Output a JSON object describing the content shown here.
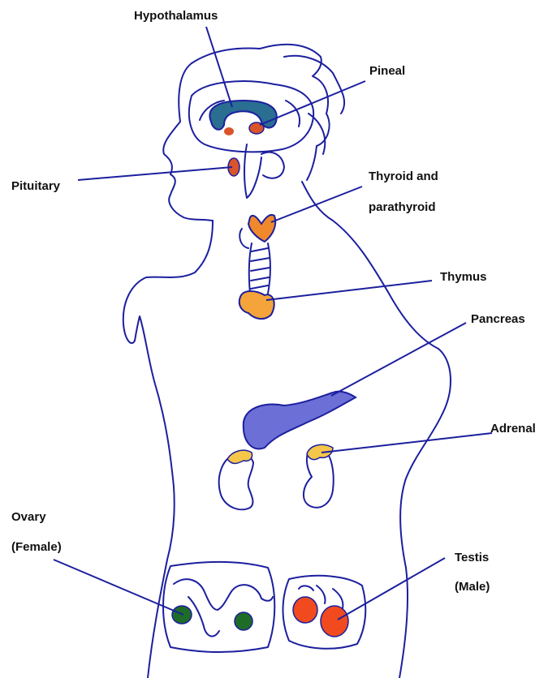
{
  "labels": {
    "hypothalamus": "Hypothalamus",
    "pineal": "Pineal",
    "pituitary": "Pituitary",
    "thyroid_line1": "Thyroid and",
    "thyroid_line2": "parathyroid",
    "thymus": "Thymus",
    "pancreas": "Pancreas",
    "adrenal": "Adrenal",
    "ovary_line1": "Ovary",
    "ovary_line2": "(Female)",
    "testis_line1": "Testis",
    "testis_line2": "(Male)"
  },
  "colors": {
    "outline": "#1c1f9e",
    "hypothalamus": "#2a6e92",
    "pineal_pituitary": "#d9542a",
    "thyroid": "#f0892b",
    "thymus": "#f4a43a",
    "pancreas": "#6b6fd6",
    "adrenal": "#f4c64a",
    "ovary": "#1f6b28",
    "testis": "#f04a1e"
  }
}
